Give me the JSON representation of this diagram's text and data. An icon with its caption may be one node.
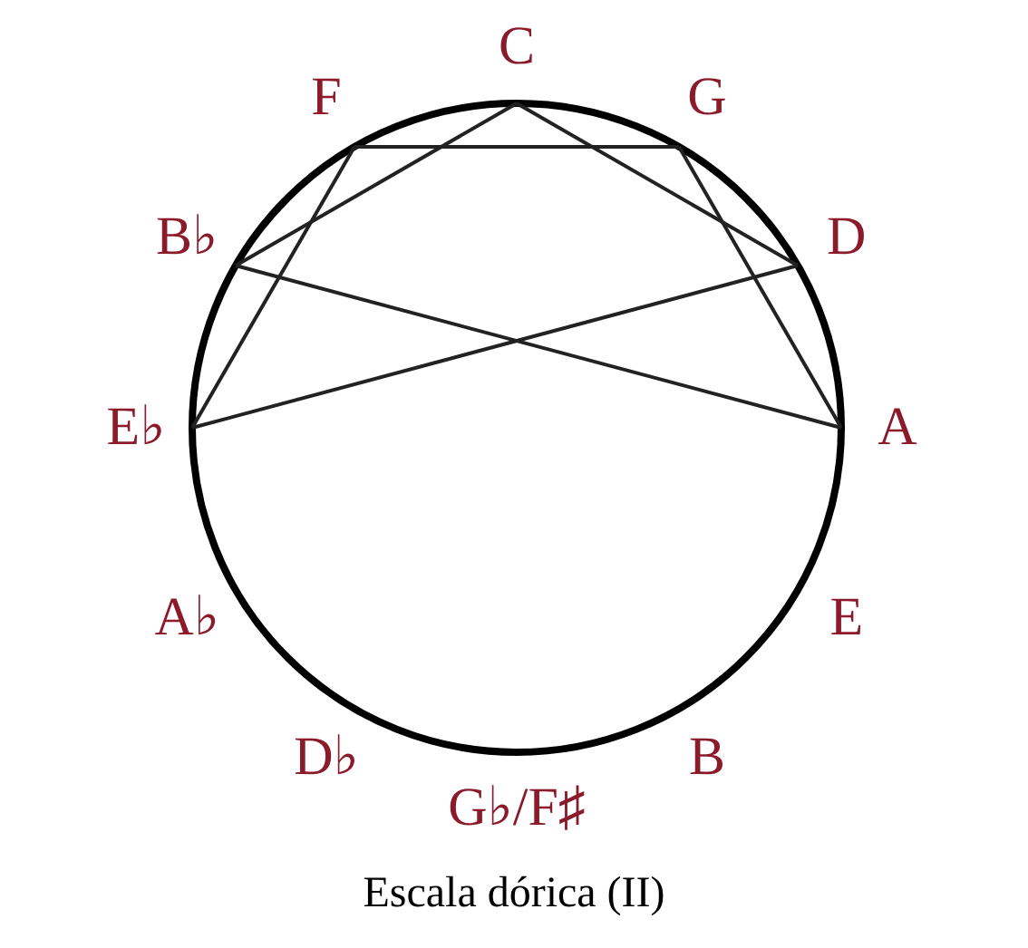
{
  "diagram": {
    "caption": "Escala dórica (II)",
    "nodes": [
      {
        "text": [
          "C"
        ]
      },
      {
        "text": [
          "F"
        ]
      },
      {
        "text": [
          "G"
        ]
      },
      {
        "text": [
          "B♭"
        ]
      },
      {
        "text": [
          "D"
        ]
      },
      {
        "text": [
          "E♭"
        ]
      },
      {
        "text": [
          "A"
        ]
      },
      {
        "text": [
          "A♭"
        ]
      },
      {
        "text": [
          "E"
        ]
      },
      {
        "text": [
          "D♭"
        ]
      },
      {
        "text": [
          "B"
        ]
      },
      {
        "text": [
          "G♭/F♯"
        ]
      }
    ],
    "edges": [
      {
        "from": 0,
        "to": 4,
        "arrow": "none"
      },
      {
        "from": 4,
        "to": 5,
        "arrow": "none"
      },
      {
        "from": 5,
        "to": 1,
        "arrow": "none"
      },
      {
        "from": 1,
        "to": 2,
        "arrow": "none"
      },
      {
        "from": 2,
        "to": 6,
        "arrow": "none"
      },
      {
        "from": 6,
        "to": 3,
        "arrow": "none"
      },
      {
        "from": 3,
        "to": 0,
        "arrow": "none"
      }
    ]
  }
}
